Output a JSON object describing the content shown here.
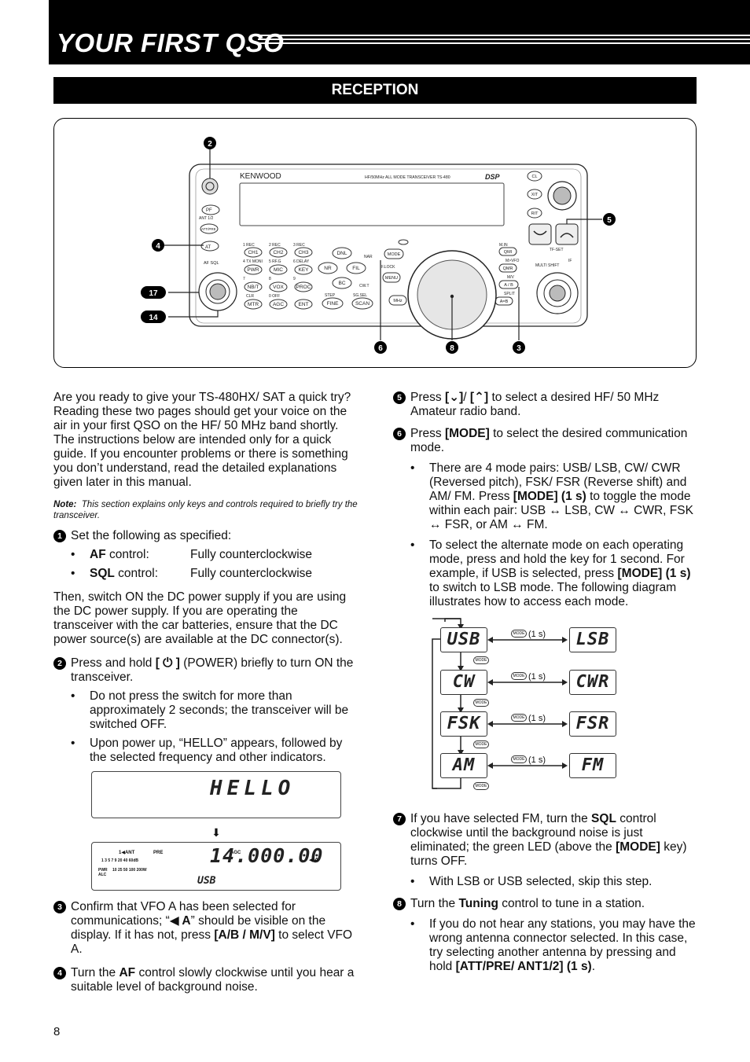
{
  "header": {
    "title": "YOUR FIRST QSO"
  },
  "section": {
    "title": "RECEPTION"
  },
  "figure": {
    "brand": "KENWOOD",
    "model": "HF/50MHz  ALL MODE TRANSCEIVER  TS-480",
    "dsp": "DSP",
    "callouts": [
      "2",
      "4",
      "17",
      "14",
      "6",
      "8",
      "3",
      "5"
    ],
    "keys": {
      "pf": "PF",
      "ant": "ANT 1/2",
      "attpre": "ATT/PRE",
      "at": "AT",
      "af_sql": "AF  SQL",
      "row1_labels": [
        "1 REC",
        "2 REC",
        "3 REC"
      ],
      "row1": [
        "CH1",
        "CH2",
        "CH3"
      ],
      "row2_labels": [
        "4 TX MONI",
        "5 RF.G",
        "6  DELAY"
      ],
      "row2": [
        "PWR",
        "MIC",
        "KEY"
      ],
      "row3_labels": [
        "7",
        "8",
        "9"
      ],
      "row3": [
        "NB/T",
        "VOX",
        "PROC"
      ],
      "row4_labels": [
        "CLR",
        "0  OFF",
        ""
      ],
      "row4": [
        "MTR",
        "AGC",
        "ENT"
      ],
      "dnl": "DNL",
      "nar": "NAR",
      "nr": "NR",
      "fil": "FIL",
      "bc": "BC",
      "cwt": "CW.T",
      "step": "STEP",
      "sgsel": "SG.SEL",
      "fine": "FINE",
      "scan": "SCAN",
      "mode": "MODE",
      "flock": "F.LOCK",
      "menu": "MENU",
      "mhz": "MHz",
      "min": "M.IN",
      "qmi": "QMI",
      "mvfo": "M>VFO",
      "qmr": "QMR",
      "mv": "M/V",
      "ab": "A / B",
      "split": "SPLIT",
      "aeqb": "A=B",
      "cl": "CL",
      "xit": "XIT",
      "rit": "RIT",
      "tfset": "TF-SET",
      "if_label": "IF",
      "multi_shift": "MULTI  SHIFT"
    }
  },
  "left": {
    "intro": "Are you ready to give your TS-480HX/ SAT a quick try?  Reading these two pages should get your voice on the air in your first QSO on the HF/ 50 MHz band shortly.  The instructions below are intended only for a quick guide.  If you encounter problems or there is something you don’t understand, read the detailed explanations given later in this manual.",
    "note_label": "Note:",
    "note_text": "This section explains only keys and controls required to briefly try the transceiver.",
    "step1": {
      "num": "1",
      "text": "Set the following as specified:",
      "settings": [
        {
          "key": "AF",
          "suffix": " control:",
          "value": "Fully counterclockwise"
        },
        {
          "key": "SQL",
          "suffix": " control:",
          "value": "Fully counterclockwise"
        }
      ]
    },
    "then": "Then, switch ON the DC power supply if you are using the DC power supply.  If you are operating the transceiver with the car batteries, ensure that the DC power source(s) are available at the DC connector(s).",
    "step2": {
      "num": "2",
      "pre": "Press and hold ",
      "key": "[ ⏻ ]",
      "post": " (POWER) briefly to turn ON the transceiver.",
      "bullets": [
        "Do not press the switch for more than approximately 2 seconds; the transceiver will be switched OFF.",
        "Upon power up, “HELLO” appears, followed by the selected frequency and other indicators."
      ]
    },
    "lcd_hello": "HELLO",
    "arrow": "⬇",
    "lcd_freq": {
      "ant": "1◀ANT",
      "pre": "PRE",
      "agc": "AGC",
      "scale_top": "1  3  5  7  9    20   40   60dB",
      "scale_bottom": "10   25   50      100   200W",
      "pwr_alc": "PWR ALC",
      "freq": "14.000.00",
      "vfo": "◀ A",
      "mode": "USB"
    },
    "step3": {
      "num": "3",
      "pre": "Confirm that VFO A has been selected for communications; “",
      "key": "◀ A",
      "mid": "” should be visible on the display.  If it has not, press ",
      "key2": "[A/B / M/V]",
      "post": " to select VFO A."
    },
    "step4": {
      "num": "4",
      "pre": "Turn the ",
      "key": "AF",
      "post": " control slowly clockwise until you hear a suitable level of background noise."
    }
  },
  "right": {
    "step5": {
      "num": "5",
      "pre": "Press ",
      "k1": "[⌄]",
      "sep": "/ ",
      "k2": "[⌃]",
      "post": " to select a desired HF/ 50 MHz Amateur radio band."
    },
    "step6": {
      "num": "6",
      "pre": "Press ",
      "key": "[MODE]",
      "post": " to select the desired communication mode.",
      "b1_pre": "There are 4 mode pairs: USB/ LSB, CW/ CWR (Reversed pitch), FSK/ FSR (Reverse shift) and AM/ FM.  Press ",
      "b1_key": "[MODE] (1 s)",
      "b1_post": " to toggle the mode within each pair: USB ↔ LSB, CW ↔ CWR, FSK ↔ FSR, or AM ↔ FM.",
      "b2_pre": "To select the alternate mode on each operating mode, press and hold the key for 1 second.  For example, if USB is selected,  press ",
      "b2_key": "[MODE] (1 s)",
      "b2_post": " to switch to LSB mode.  The following diagram illustrates how to access each mode."
    },
    "diagram": {
      "left": [
        "USB",
        "CW",
        "FSK",
        "AM"
      ],
      "right": [
        "LSB",
        "CWR",
        "FSR",
        "FM"
      ],
      "key": "MODE",
      "hold": "(1 s)"
    },
    "step7": {
      "num": "7",
      "pre": "If you have selected FM, turn the ",
      "key": "SQL",
      "mid": " control clockwise until the background noise is just eliminated; the green LED (above the ",
      "key2": "[MODE]",
      "post": " key) turns OFF.",
      "bullet": "With LSB or USB selected, skip this step."
    },
    "step8": {
      "num": "8",
      "pre": "Turn the ",
      "key": "Tuning",
      "post": " control to tune in a station.",
      "b_pre": "If you do not hear any stations, you may have the wrong antenna connector selected.  In this case, try selecting another antenna by pressing and hold ",
      "b_key": "[ATT/PRE/ ANT1/2] (1 s)",
      "b_post": "."
    }
  },
  "page_number": "8"
}
